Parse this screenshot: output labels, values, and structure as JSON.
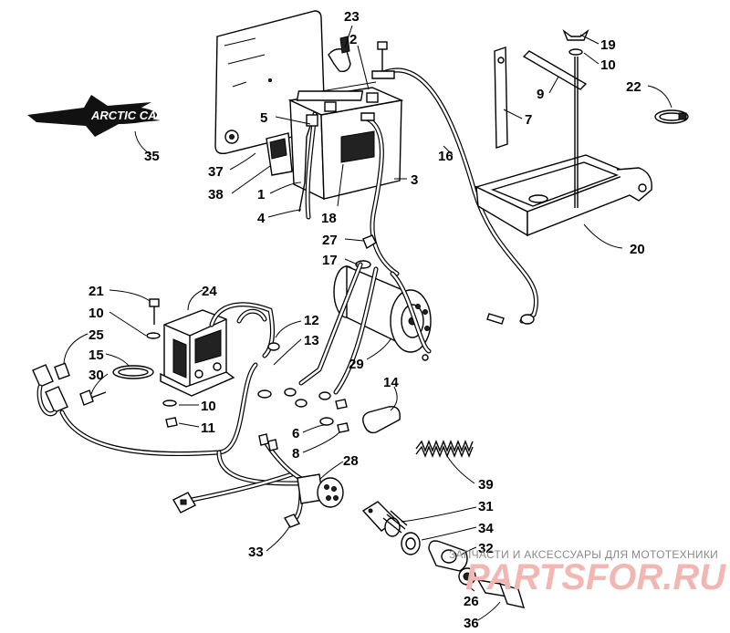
{
  "diagram": {
    "callouts": [
      "23",
      "2",
      "19",
      "10",
      "9",
      "22",
      "7",
      "5",
      "35",
      "16",
      "37",
      "3",
      "1",
      "38",
      "4",
      "18",
      "20",
      "27",
      "17",
      "21",
      "24",
      "12",
      "10",
      "13",
      "25",
      "15",
      "29",
      "30",
      "14",
      "10",
      "11",
      "6",
      "8",
      "28",
      "39",
      "31",
      "33",
      "34",
      "32",
      "26",
      "36"
    ]
  },
  "logo": {
    "text": "ARCTIC CAT"
  },
  "watermark": {
    "text": "ЗАПЧАСТИ И АКСЕССУАРЫ ДЛЯ МОТОТЕХНИКИ",
    "logo": "PARTSFOR.RU"
  }
}
